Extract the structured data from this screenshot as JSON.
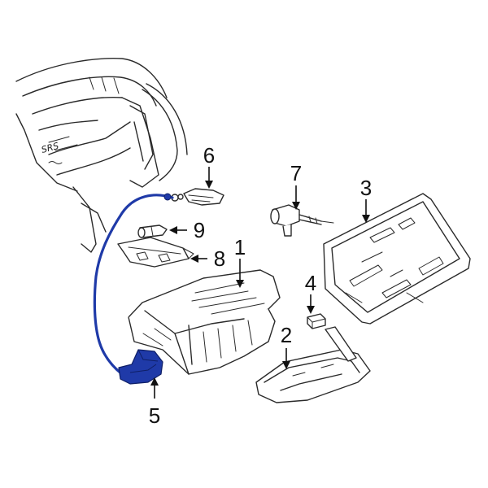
{
  "diagram": {
    "dash_label": "SRS",
    "highlight_color": "#1f3aa8",
    "callouts": [
      {
        "id": "1",
        "text": "1"
      },
      {
        "id": "2",
        "text": "2"
      },
      {
        "id": "3",
        "text": "3"
      },
      {
        "id": "4",
        "text": "4"
      },
      {
        "id": "5",
        "text": "5"
      },
      {
        "id": "6",
        "text": "6"
      },
      {
        "id": "7",
        "text": "7"
      },
      {
        "id": "8",
        "text": "8"
      },
      {
        "id": "9",
        "text": "9"
      }
    ]
  }
}
